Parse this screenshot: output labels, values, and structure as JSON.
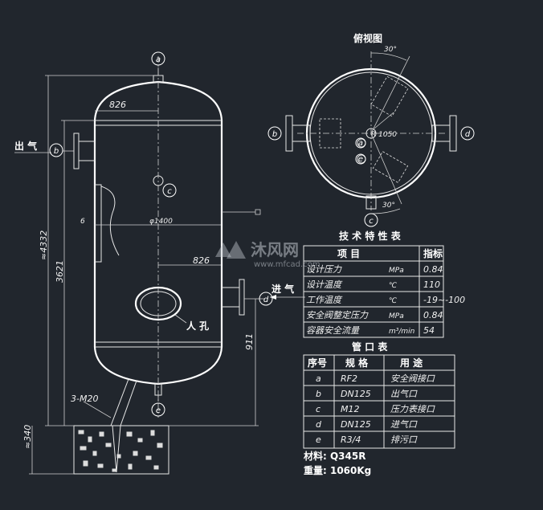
{
  "views": {
    "top_view_title": "俯视图",
    "angle_top": "30°",
    "angle_bottom": "30°",
    "radius_label": "R 1050"
  },
  "dimensions": {
    "offset_top": "826",
    "offset_middle": "826",
    "diameter": "φ1400",
    "wall": "6",
    "total_height": "≈4332",
    "body_height": "3621",
    "inlet_height": "911",
    "foundation": "≈340",
    "anchor_bolts": "3-M20"
  },
  "labels": {
    "outlet": "出 气",
    "inlet": "进 气",
    "manhole": "人 孔"
  },
  "nozzles": {
    "a": "a",
    "b": "b",
    "c": "c",
    "d": "d",
    "e": "e"
  },
  "spec_table": {
    "title": "技 术 特 性 表",
    "col_item": "项 目",
    "col_index": "指标",
    "rows": [
      {
        "item": "设计压力",
        "unit": "MPa",
        "value": "0.84"
      },
      {
        "item": "设计温度",
        "unit": "℃",
        "value": "110"
      },
      {
        "item": "工作温度",
        "unit": "℃",
        "value": "-19~-100"
      },
      {
        "item": "安全阀整定压力",
        "unit": "MPa",
        "value": "0.84"
      },
      {
        "item": "容器安全流量",
        "unit": "m³/min",
        "value": "54"
      }
    ]
  },
  "nozzle_table": {
    "title": "管 口 表",
    "col_no": "序号",
    "col_spec": "规 格",
    "col_use": "用 途",
    "rows": [
      {
        "no": "a",
        "spec": "RF2",
        "use": "安全阀接口"
      },
      {
        "no": "b",
        "spec": "DN125",
        "use": "出气口"
      },
      {
        "no": "c",
        "spec": "M12",
        "use": "压力表接口"
      },
      {
        "no": "d",
        "spec": "DN125",
        "use": "进气口"
      },
      {
        "no": "e",
        "spec": "R3/4",
        "use": "排污口"
      }
    ]
  },
  "notes": {
    "material": "材料: Q345R",
    "weight": "重量: 1060Kg"
  },
  "watermark": {
    "brand": "沐风网",
    "url": "www.mfcad.com"
  }
}
